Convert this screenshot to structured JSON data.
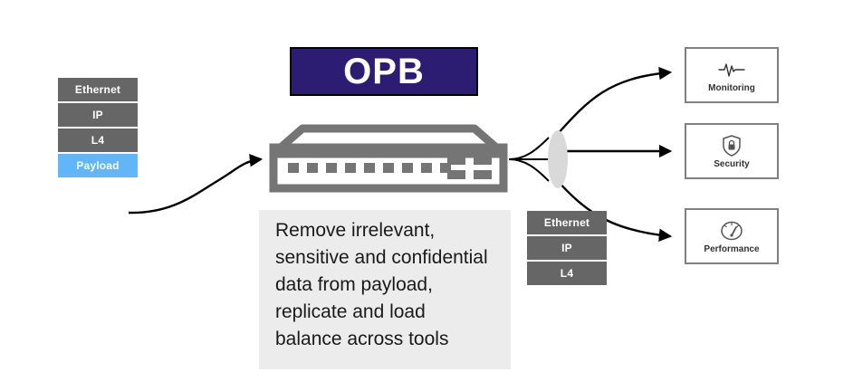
{
  "diagram": {
    "title_box": {
      "label": "OPB",
      "fill": "#2C1C72",
      "border": "#000000",
      "text_color": "#FFFFFF"
    },
    "input_stack": {
      "name": "input-packet-stack",
      "layers": [
        {
          "label": "Ethernet",
          "color": "#666666"
        },
        {
          "label": "IP",
          "color": "#666666"
        },
        {
          "label": "L4",
          "color": "#666666"
        },
        {
          "label": "Payload",
          "color": "#62B5F6"
        }
      ]
    },
    "output_stack": {
      "name": "output-packet-stack",
      "layers": [
        {
          "label": "Ethernet",
          "color": "#666666"
        },
        {
          "label": "IP",
          "color": "#666666"
        },
        {
          "label": "L4",
          "color": "#666666"
        }
      ]
    },
    "description": "Remove irrelevant, sensitive and confidential data from payload, replicate and load balance across tools",
    "device": {
      "name": "network-switch",
      "color": "#757575",
      "port_count": 9
    },
    "splitter": {
      "name": "fan-out-node",
      "color": "#D9D9D9"
    },
    "tools": [
      {
        "label": "Monitoring",
        "icon": "pulse-waveform-icon"
      },
      {
        "label": "Security",
        "icon": "shield-lock-icon"
      },
      {
        "label": "Performance",
        "icon": "speedometer-icon"
      }
    ],
    "colors": {
      "gray_block": "#666666",
      "payload_blue": "#62B5F6",
      "panel_gray": "#ECECEC",
      "device_gray": "#757575",
      "box_border": "#808080",
      "edge": "#000000"
    }
  }
}
